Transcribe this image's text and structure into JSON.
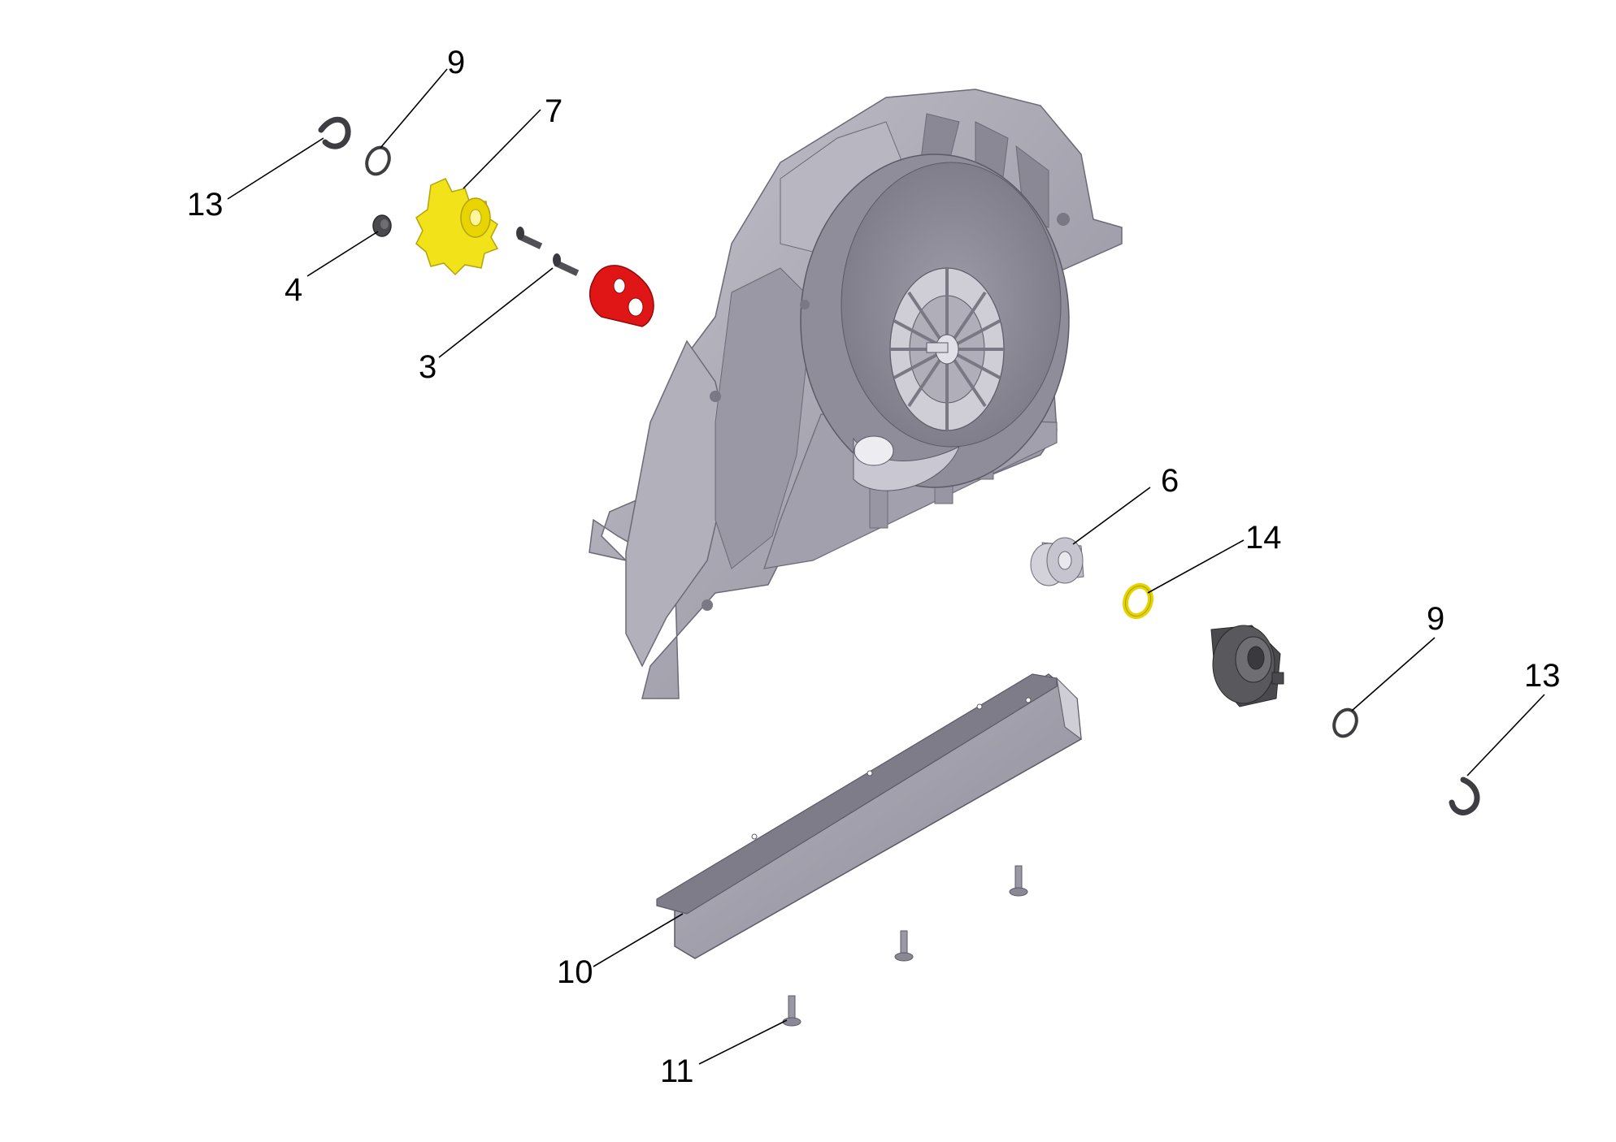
{
  "callouts": [
    {
      "id": "c13a",
      "label": "13"
    },
    {
      "id": "c9a",
      "label": "9"
    },
    {
      "id": "c7",
      "label": "7"
    },
    {
      "id": "c4",
      "label": "4"
    },
    {
      "id": "c3",
      "label": "3"
    },
    {
      "id": "c6",
      "label": "6"
    },
    {
      "id": "c14",
      "label": "14"
    },
    {
      "id": "c9b",
      "label": "9"
    },
    {
      "id": "c13b",
      "label": "13"
    },
    {
      "id": "c10",
      "label": "10"
    },
    {
      "id": "c11",
      "label": "11"
    }
  ],
  "colors": {
    "housing": "#a9a7b3",
    "housing_dark": "#7e7c88",
    "housing_light": "#c9c7d1",
    "gear": "#f2e21a",
    "cam": "#e01616",
    "dark_part": "#4a4a4e",
    "guard": "#9c9aa6",
    "leader": "#000000"
  }
}
